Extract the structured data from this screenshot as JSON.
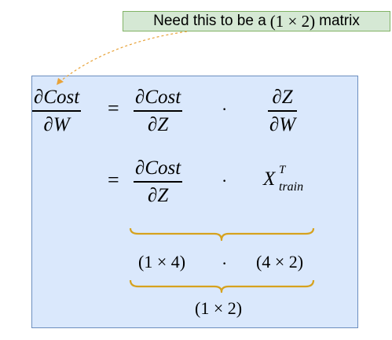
{
  "callout": {
    "text_before": "Need this to be a",
    "math": "(1 × 2)",
    "text_after": "matrix"
  },
  "equation": {
    "lhs_numerator": "∂Cost",
    "lhs_denominator": "∂W",
    "equals": "=",
    "dot": "·",
    "row1": {
      "frac1_numerator": "∂Cost",
      "frac1_denominator": "∂Z",
      "frac2_numerator": "∂Z",
      "frac2_denominator": "∂W"
    },
    "row2": {
      "frac1_numerator": "∂Cost",
      "frac1_denominator": "∂Z",
      "x_base": "X",
      "x_superscript": "T",
      "x_subscript": "train"
    }
  },
  "dimensions": {
    "left": "(1 × 4)",
    "right": "(4 × 2)",
    "result": "(1 × 2)"
  },
  "colors": {
    "callout_fill": "#d5e8d4",
    "callout_border": "#82b366",
    "panel_fill": "#dae8fc",
    "panel_border": "#6c8ebf",
    "brace": "#d6a21e",
    "arrow": "#e8a33a"
  }
}
